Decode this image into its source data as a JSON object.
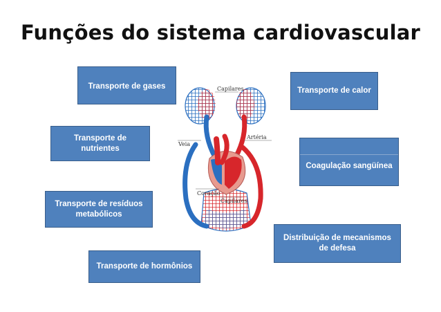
{
  "title": "Funções do sistema cardiovascular",
  "boxes": {
    "gases": "Transporte de gases",
    "calor": "Transporte de calor",
    "nutrientes": "Transporte de\nnutrientes",
    "coagulacao": "Coagulação sangüínea",
    "residuos": "Transporte de resíduos\nmetabólicos",
    "defesa": "Distribuição de mecanismos\nde defesa",
    "hormonios": "Transporte de hormônios"
  },
  "diagram_labels": {
    "capilares_top": "Capilares",
    "veia": "Veia",
    "arteria": "Artéria",
    "coracao": "Coração",
    "capilares_bottom": "Capilares"
  },
  "colors": {
    "box_fill": "#4f81bd",
    "artery": "#d7262b",
    "vein": "#2b6fc0",
    "heart": "#e79a8f"
  }
}
